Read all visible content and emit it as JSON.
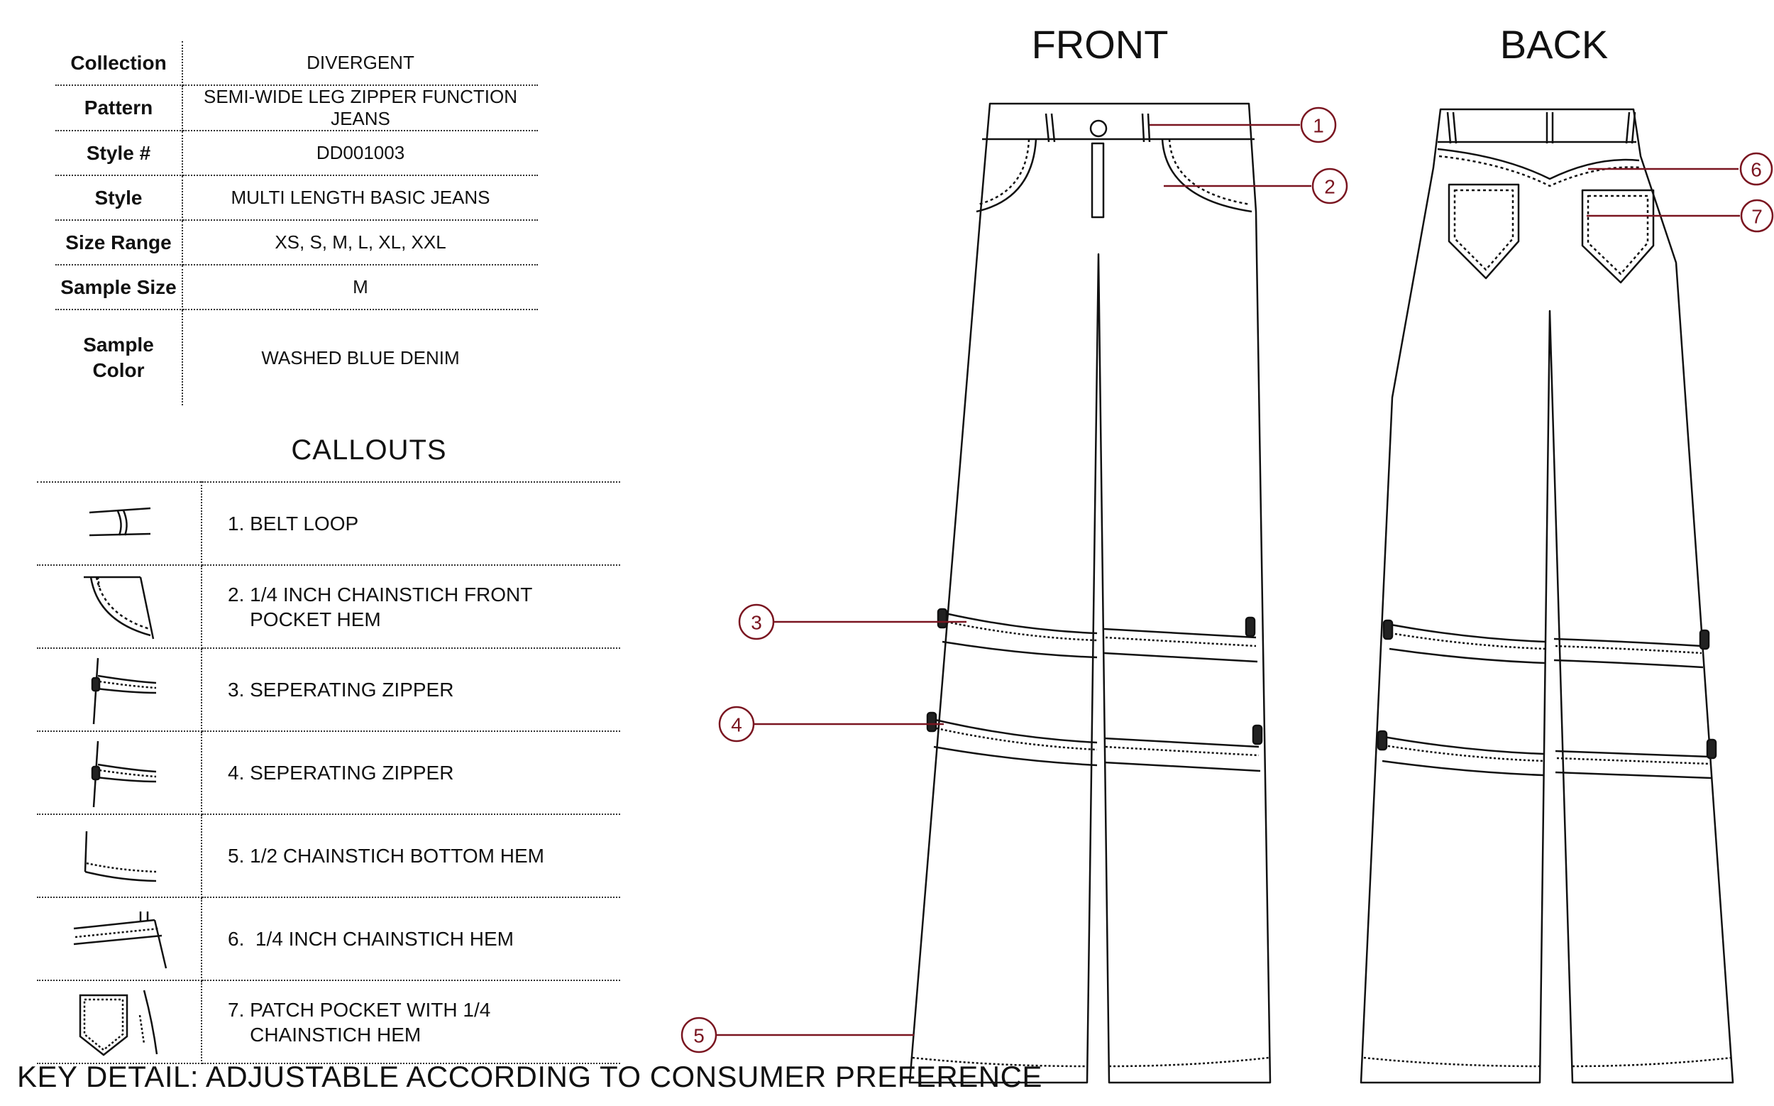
{
  "spec_table": [
    {
      "label": "Collection",
      "value": "DIVERGENT"
    },
    {
      "label": "Pattern",
      "value": "SEMI-WIDE LEG ZIPPER FUNCTION JEANS"
    },
    {
      "label": "Style #",
      "value": "DD001003"
    },
    {
      "label": "Style",
      "value": "MULTI LENGTH BASIC JEANS"
    },
    {
      "label": "Size Range",
      "value": "XS, S, M, L, XL, XXL"
    },
    {
      "label": "Sample Size",
      "value": "M"
    },
    {
      "label": "Sample\nColor",
      "value": "WASHED BLUE DENIM"
    }
  ],
  "callouts_title": "CALLOUTS",
  "callouts": [
    {
      "icon": "belt-loop-icon",
      "text": "1. BELT LOOP"
    },
    {
      "icon": "front-pocket-hem-icon",
      "text": "2. 1/4 INCH CHAINSTICH FRONT\n    POCKET HEM"
    },
    {
      "icon": "zipper-icon",
      "text": "3. SEPERATING ZIPPER"
    },
    {
      "icon": "zipper-icon",
      "text": "4. SEPERATING ZIPPER"
    },
    {
      "icon": "bottom-hem-icon",
      "text": "5. 1/2 CHAINSTICH BOTTOM HEM"
    },
    {
      "icon": "yoke-hem-icon",
      "text": "6.  1/4 INCH CHAINSTICH HEM"
    },
    {
      "icon": "patch-pocket-icon",
      "text": "7. PATCH POCKET WITH 1/4\n    CHAINSTICH HEM"
    }
  ],
  "views": {
    "front": "FRONT",
    "back": "BACK"
  },
  "markers": [
    "1",
    "2",
    "3",
    "4",
    "5",
    "6",
    "7"
  ],
  "key_detail": "KEY DETAIL: ADJUSTABLE ACCORDING TO CONSUMER PREFERENCE",
  "colors": {
    "line": "#111111",
    "callout": "#7a1520"
  }
}
